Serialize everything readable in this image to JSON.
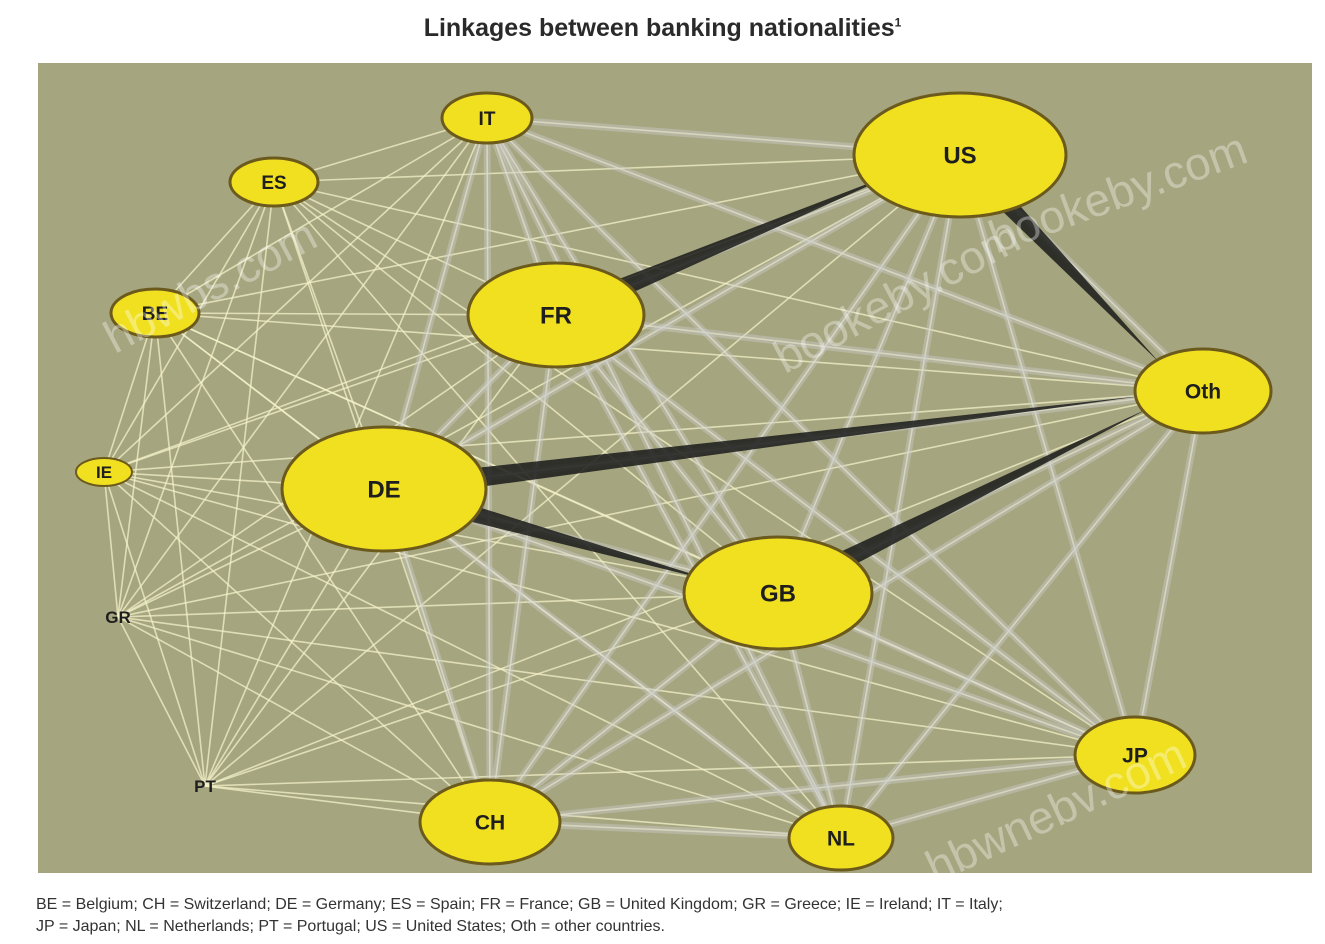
{
  "title": "Linkages between banking nationalities",
  "title_marker": "1",
  "colors": {
    "panel": "#a5a57f",
    "node_fill": "#f0e020",
    "node_stroke": "#6b5a1c",
    "link_light": "#f4f2c8",
    "link_grey": "#c9c9c9",
    "link_dark": "#1a1a1a"
  },
  "nodes": [
    {
      "id": "IT",
      "label": "IT",
      "size": "small"
    },
    {
      "id": "ES",
      "label": "ES",
      "size": "small"
    },
    {
      "id": "BE",
      "label": "BE",
      "size": "small"
    },
    {
      "id": "IE",
      "label": "IE",
      "size": "tiny"
    },
    {
      "id": "GR",
      "label": "GR",
      "size": "tiny"
    },
    {
      "id": "PT",
      "label": "PT",
      "size": "tiny"
    },
    {
      "id": "FR",
      "label": "FR",
      "size": "large"
    },
    {
      "id": "DE",
      "label": "DE",
      "size": "large"
    },
    {
      "id": "US",
      "label": "US",
      "size": "large"
    },
    {
      "id": "Oth",
      "label": "Oth",
      "size": "medium"
    },
    {
      "id": "GB",
      "label": "GB",
      "size": "large"
    },
    {
      "id": "JP",
      "label": "JP",
      "size": "medium"
    },
    {
      "id": "CH",
      "label": "CH",
      "size": "medium"
    },
    {
      "id": "NL",
      "label": "NL",
      "size": "medium"
    }
  ],
  "strong_links": [
    {
      "from": "US",
      "to": "Oth"
    },
    {
      "from": "DE",
      "to": "Oth"
    },
    {
      "from": "GB",
      "to": "Oth"
    },
    {
      "from": "FR",
      "to": "US"
    },
    {
      "from": "DE",
      "to": "GB"
    }
  ],
  "footnote": {
    "line1": "BE = Belgium; CH = Switzerland; DE = Germany; ES = Spain; FR = France; GB = United Kingdom; GR = Greece; IE = Ireland; IT = Italy;",
    "line2": "JP = Japan; NL = Netherlands; PT = Portugal; US = United States; Oth = other countries."
  },
  "watermarks": [
    "hbwbs.com",
    "bookeby.com",
    "bookeby.com",
    "hbwnebv.com"
  ]
}
